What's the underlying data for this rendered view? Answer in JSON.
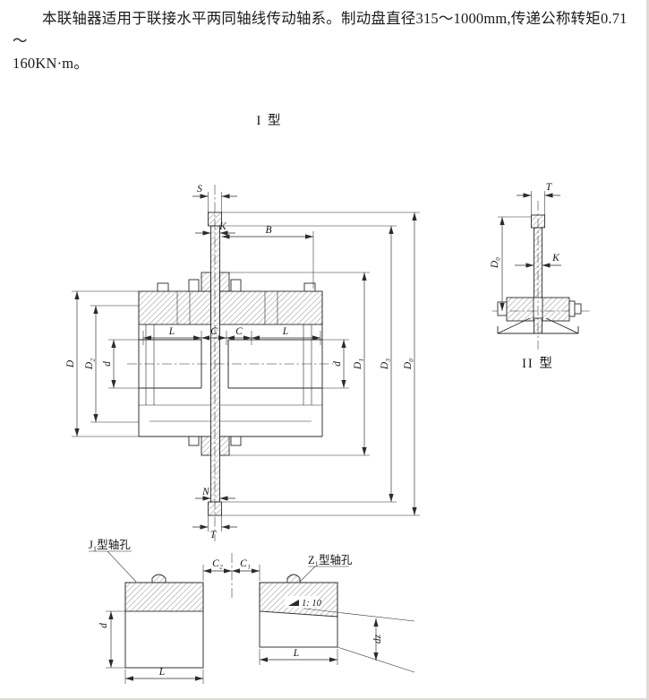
{
  "paragraph": {
    "line1": "本联轴器适用于联接水平两同轴线传动轴系。制动盘直径315～1000mm,传递公称转矩0.71～",
    "line2": "160KN·m。"
  },
  "figures": {
    "type1": "I 型",
    "type2": "II 型",
    "j1": "J₁型轴孔",
    "z1": "Z₁型轴孔",
    "taper": "1: 10"
  },
  "dims": {
    "S": "S",
    "K": "K",
    "B": "B",
    "L": "L",
    "C": "C",
    "N": "N",
    "T": "T",
    "d": "d",
    "D": "D",
    "D1": "D₁",
    "D2": "D₂",
    "D3": "D₃",
    "D0": "D₀",
    "C1": "C₁",
    "C2": "C₂",
    "dz": "dz"
  }
}
